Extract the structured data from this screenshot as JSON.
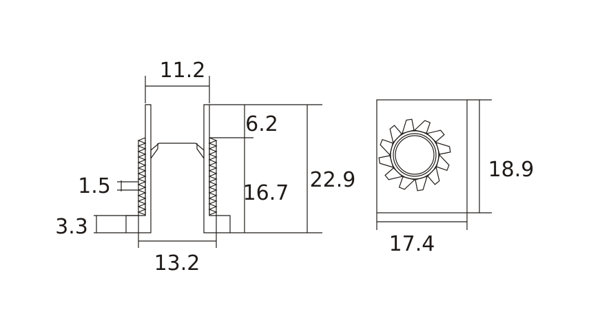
{
  "drawing": {
    "line_color": "#1f1a17",
    "background": "#ffffff",
    "dimensions": {
      "width_top": "11.2",
      "ledge": "6.2",
      "inner_height": "16.7",
      "total_height": "22.9",
      "thread_depth": "1.5",
      "base_height": "3.3",
      "base_width": "13.2",
      "square_height": "18.9",
      "square_width": "17.4"
    }
  }
}
